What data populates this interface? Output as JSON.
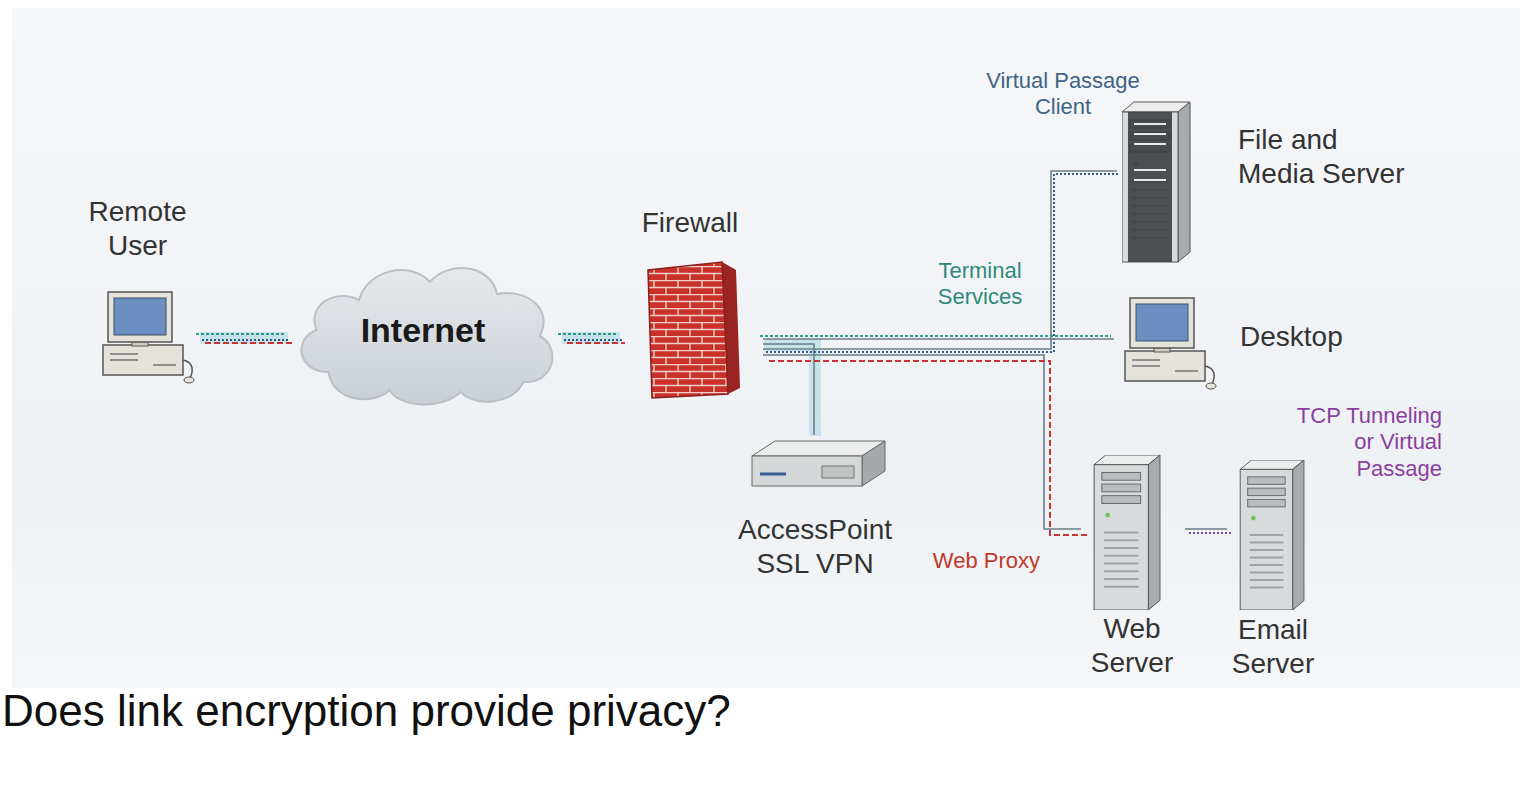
{
  "diagram": {
    "caption": "Does link encryption provide privacy?",
    "nodes": [
      {
        "text": [
          "Remote User"
        ]
      },
      {
        "text": [
          "Internet"
        ]
      },
      {
        "text": [
          "Firewall"
        ]
      },
      {
        "text": [
          "AccessPoint SSL VPN"
        ]
      },
      {
        "text": [
          "File and Media Server"
        ]
      },
      {
        "text": [
          "Desktop"
        ]
      },
      {
        "text": [
          "Web Server"
        ]
      },
      {
        "text": [
          "Email Server"
        ]
      }
    ],
    "edges": [
      {
        "from": 0,
        "to": 1,
        "arrow": "none"
      },
      {
        "from": 1,
        "to": 2,
        "arrow": "none"
      },
      {
        "from": 2,
        "to": 3,
        "arrow": "none"
      },
      {
        "from": 2,
        "to": 4,
        "label": "Virtual Passage Client",
        "arrow": "none"
      },
      {
        "from": 2,
        "to": 5,
        "label": "Terminal Services",
        "arrow": "none"
      },
      {
        "from": 2,
        "to": 6,
        "label": "Web Proxy",
        "arrow": "none"
      },
      {
        "from": 6,
        "to": 7,
        "label": "TCP Tunneling or Virtual Passage",
        "arrow": "none"
      }
    ]
  }
}
